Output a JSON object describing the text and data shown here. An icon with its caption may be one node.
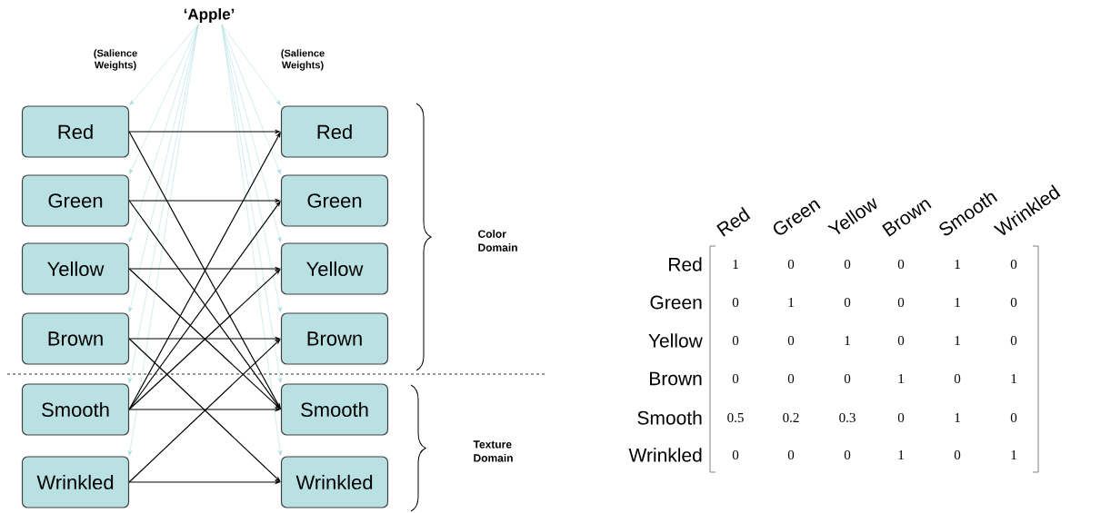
{
  "diagram": {
    "nodes": [
      {
        "text": [
          "‘Apple’"
        ]
      },
      {
        "text": [
          "Red"
        ]
      },
      {
        "text": [
          "Green"
        ]
      },
      {
        "text": [
          "Yellow"
        ]
      },
      {
        "text": [
          "Brown"
        ]
      },
      {
        "text": [
          "Smooth"
        ]
      },
      {
        "text": [
          "Wrinkled"
        ]
      },
      {
        "text": [
          "Red"
        ]
      },
      {
        "text": [
          "Green"
        ]
      },
      {
        "text": [
          "Yellow"
        ]
      },
      {
        "text": [
          "Brown"
        ]
      },
      {
        "text": [
          "Smooth"
        ]
      },
      {
        "text": [
          "Wrinkled"
        ]
      }
    ],
    "edges": [
      {
        "from": 0,
        "to": 1,
        "arrow": "to",
        "color": "#a6dbe0"
      },
      {
        "from": 0,
        "to": 2,
        "arrow": "to",
        "color": "#a6dbe0"
      },
      {
        "from": 0,
        "to": 3,
        "arrow": "to",
        "color": "#a6dbe0"
      },
      {
        "from": 0,
        "to": 4,
        "arrow": "to",
        "color": "#a6dbe0"
      },
      {
        "from": 0,
        "to": 5,
        "arrow": "to",
        "color": "#a6dbe0"
      },
      {
        "from": 0,
        "to": 6,
        "arrow": "to",
        "color": "#a6dbe0"
      },
      {
        "from": 0,
        "to": 7,
        "arrow": "to",
        "color": "#a6dbe0"
      },
      {
        "from": 0,
        "to": 8,
        "arrow": "to",
        "color": "#a6dbe0"
      },
      {
        "from": 0,
        "to": 9,
        "arrow": "to",
        "color": "#a6dbe0"
      },
      {
        "from": 0,
        "to": 10,
        "arrow": "to",
        "color": "#a6dbe0"
      },
      {
        "from": 0,
        "to": 11,
        "arrow": "to",
        "color": "#a6dbe0"
      },
      {
        "from": 0,
        "to": 12,
        "arrow": "to",
        "color": "#a6dbe0"
      },
      {
        "from": 1,
        "to": 7,
        "arrow": "to",
        "color": "#000000"
      },
      {
        "from": 1,
        "to": 11,
        "arrow": "to",
        "color": "#000000"
      },
      {
        "from": 2,
        "to": 8,
        "arrow": "to",
        "color": "#000000"
      },
      {
        "from": 2,
        "to": 11,
        "arrow": "to",
        "color": "#000000"
      },
      {
        "from": 3,
        "to": 9,
        "arrow": "to",
        "color": "#000000"
      },
      {
        "from": 3,
        "to": 11,
        "arrow": "to",
        "color": "#000000"
      },
      {
        "from": 4,
        "to": 10,
        "arrow": "to",
        "color": "#000000"
      },
      {
        "from": 4,
        "to": 12,
        "arrow": "to",
        "color": "#000000"
      },
      {
        "from": 5,
        "to": 7,
        "arrow": "to",
        "color": "#000000"
      },
      {
        "from": 5,
        "to": 8,
        "arrow": "to",
        "color": "#000000"
      },
      {
        "from": 5,
        "to": 9,
        "arrow": "to",
        "color": "#000000"
      },
      {
        "from": 5,
        "to": 11,
        "arrow": "to",
        "color": "#000000"
      },
      {
        "from": 6,
        "to": 10,
        "arrow": "to",
        "color": "#000000"
      },
      {
        "from": 6,
        "to": 12,
        "arrow": "to",
        "color": "#000000"
      }
    ],
    "labels": [
      "(Salience Weights)",
      "(Salience Weights)",
      "Color Domain",
      "Texture Domain",
      "Red",
      "Green",
      "Yellow",
      "Brown",
      "Smooth",
      "Wrinkled",
      "Red",
      "1",
      "0",
      "0",
      "0",
      "1",
      "0",
      "Green",
      "0",
      "1",
      "0",
      "0",
      "1",
      "0",
      "Yellow",
      "0",
      "0",
      "1",
      "0",
      "1",
      "0",
      "Brown",
      "0",
      "0",
      "0",
      "1",
      "0",
      "1",
      "Smooth",
      "0.5",
      "0.2",
      "0.3",
      "0",
      "1",
      "0",
      "Wrinkled",
      "0",
      "0",
      "0",
      "1",
      "0",
      "1"
    ]
  }
}
